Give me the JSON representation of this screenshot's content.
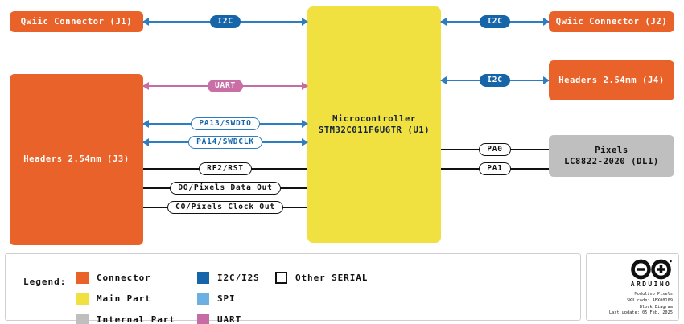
{
  "diagram": {
    "blocks": {
      "j1": {
        "label": "Qwiic Connector (J1)",
        "type": "connector"
      },
      "j3": {
        "label": "Headers 2.54mm (J3)",
        "type": "connector"
      },
      "j2": {
        "label": "Qwiic Connector (J2)",
        "type": "connector"
      },
      "j4": {
        "label": "Headers 2.54mm (J4)",
        "type": "connector"
      },
      "u1": {
        "label": "Microcontroller\nSTM32C011F6U6TR (U1)",
        "type": "main-part"
      },
      "dl1": {
        "label": "Pixels\nLC8822-2020 (DL1)",
        "type": "internal-part"
      }
    },
    "connections": [
      {
        "id": "j1-u1",
        "label": "I2C",
        "bus": "I2C/I2S",
        "style": "i2c",
        "bidirectional": true
      },
      {
        "id": "u1-j2",
        "label": "I2C",
        "bus": "I2C/I2S",
        "style": "i2c",
        "bidirectional": true
      },
      {
        "id": "u1-j4",
        "label": "I2C",
        "bus": "I2C/I2S",
        "style": "i2c",
        "bidirectional": true
      },
      {
        "id": "j3-uart",
        "label": "UART",
        "bus": "UART",
        "style": "uart",
        "bidirectional": true
      },
      {
        "id": "swdio",
        "label": "PA13/SWDIO",
        "bus": "Other SERIAL",
        "style": "swd",
        "bidirectional": true
      },
      {
        "id": "swdclk",
        "label": "PA14/SWDCLK",
        "bus": "Other SERIAL",
        "style": "swd",
        "bidirectional": true
      },
      {
        "id": "rst",
        "label": "RF2/RST",
        "bus": "Other SERIAL",
        "style": "serial",
        "bidirectional": false
      },
      {
        "id": "do",
        "label": "DO/Pixels Data Out",
        "bus": "Other SERIAL",
        "style": "serial",
        "bidirectional": false
      },
      {
        "id": "co",
        "label": "CO/Pixels Clock Out",
        "bus": "Other SERIAL",
        "style": "serial",
        "bidirectional": false
      },
      {
        "id": "pa0",
        "label": "PA0",
        "bus": "Other SERIAL",
        "style": "serial",
        "bidirectional": false
      },
      {
        "id": "pa1",
        "label": "PA1",
        "bus": "Other SERIAL",
        "style": "serial",
        "bidirectional": false
      }
    ]
  },
  "legend": {
    "title": "Legend:",
    "parts": [
      {
        "label": "Connector",
        "color": "#E8622A"
      },
      {
        "label": "Main Part",
        "color": "#F0E040"
      },
      {
        "label": "Internal Part",
        "color": "#BFBFBF"
      }
    ],
    "buses": [
      {
        "label": "I2C/I2S",
        "color": "#1565A8"
      },
      {
        "label": "SPI",
        "color": "#6BB0E0"
      },
      {
        "label": "UART",
        "color": "#C76BA4"
      }
    ],
    "other": [
      {
        "label": "Other SERIAL",
        "color": "#ffffff"
      }
    ]
  },
  "arduino_card": {
    "wordmark": "ARDUINO",
    "product": "Modulino Pixels",
    "sku": "SKU code: ABX00109",
    "doc_type": "Block Diagram",
    "last_update": "Last update: 05 Feb, 2025"
  }
}
